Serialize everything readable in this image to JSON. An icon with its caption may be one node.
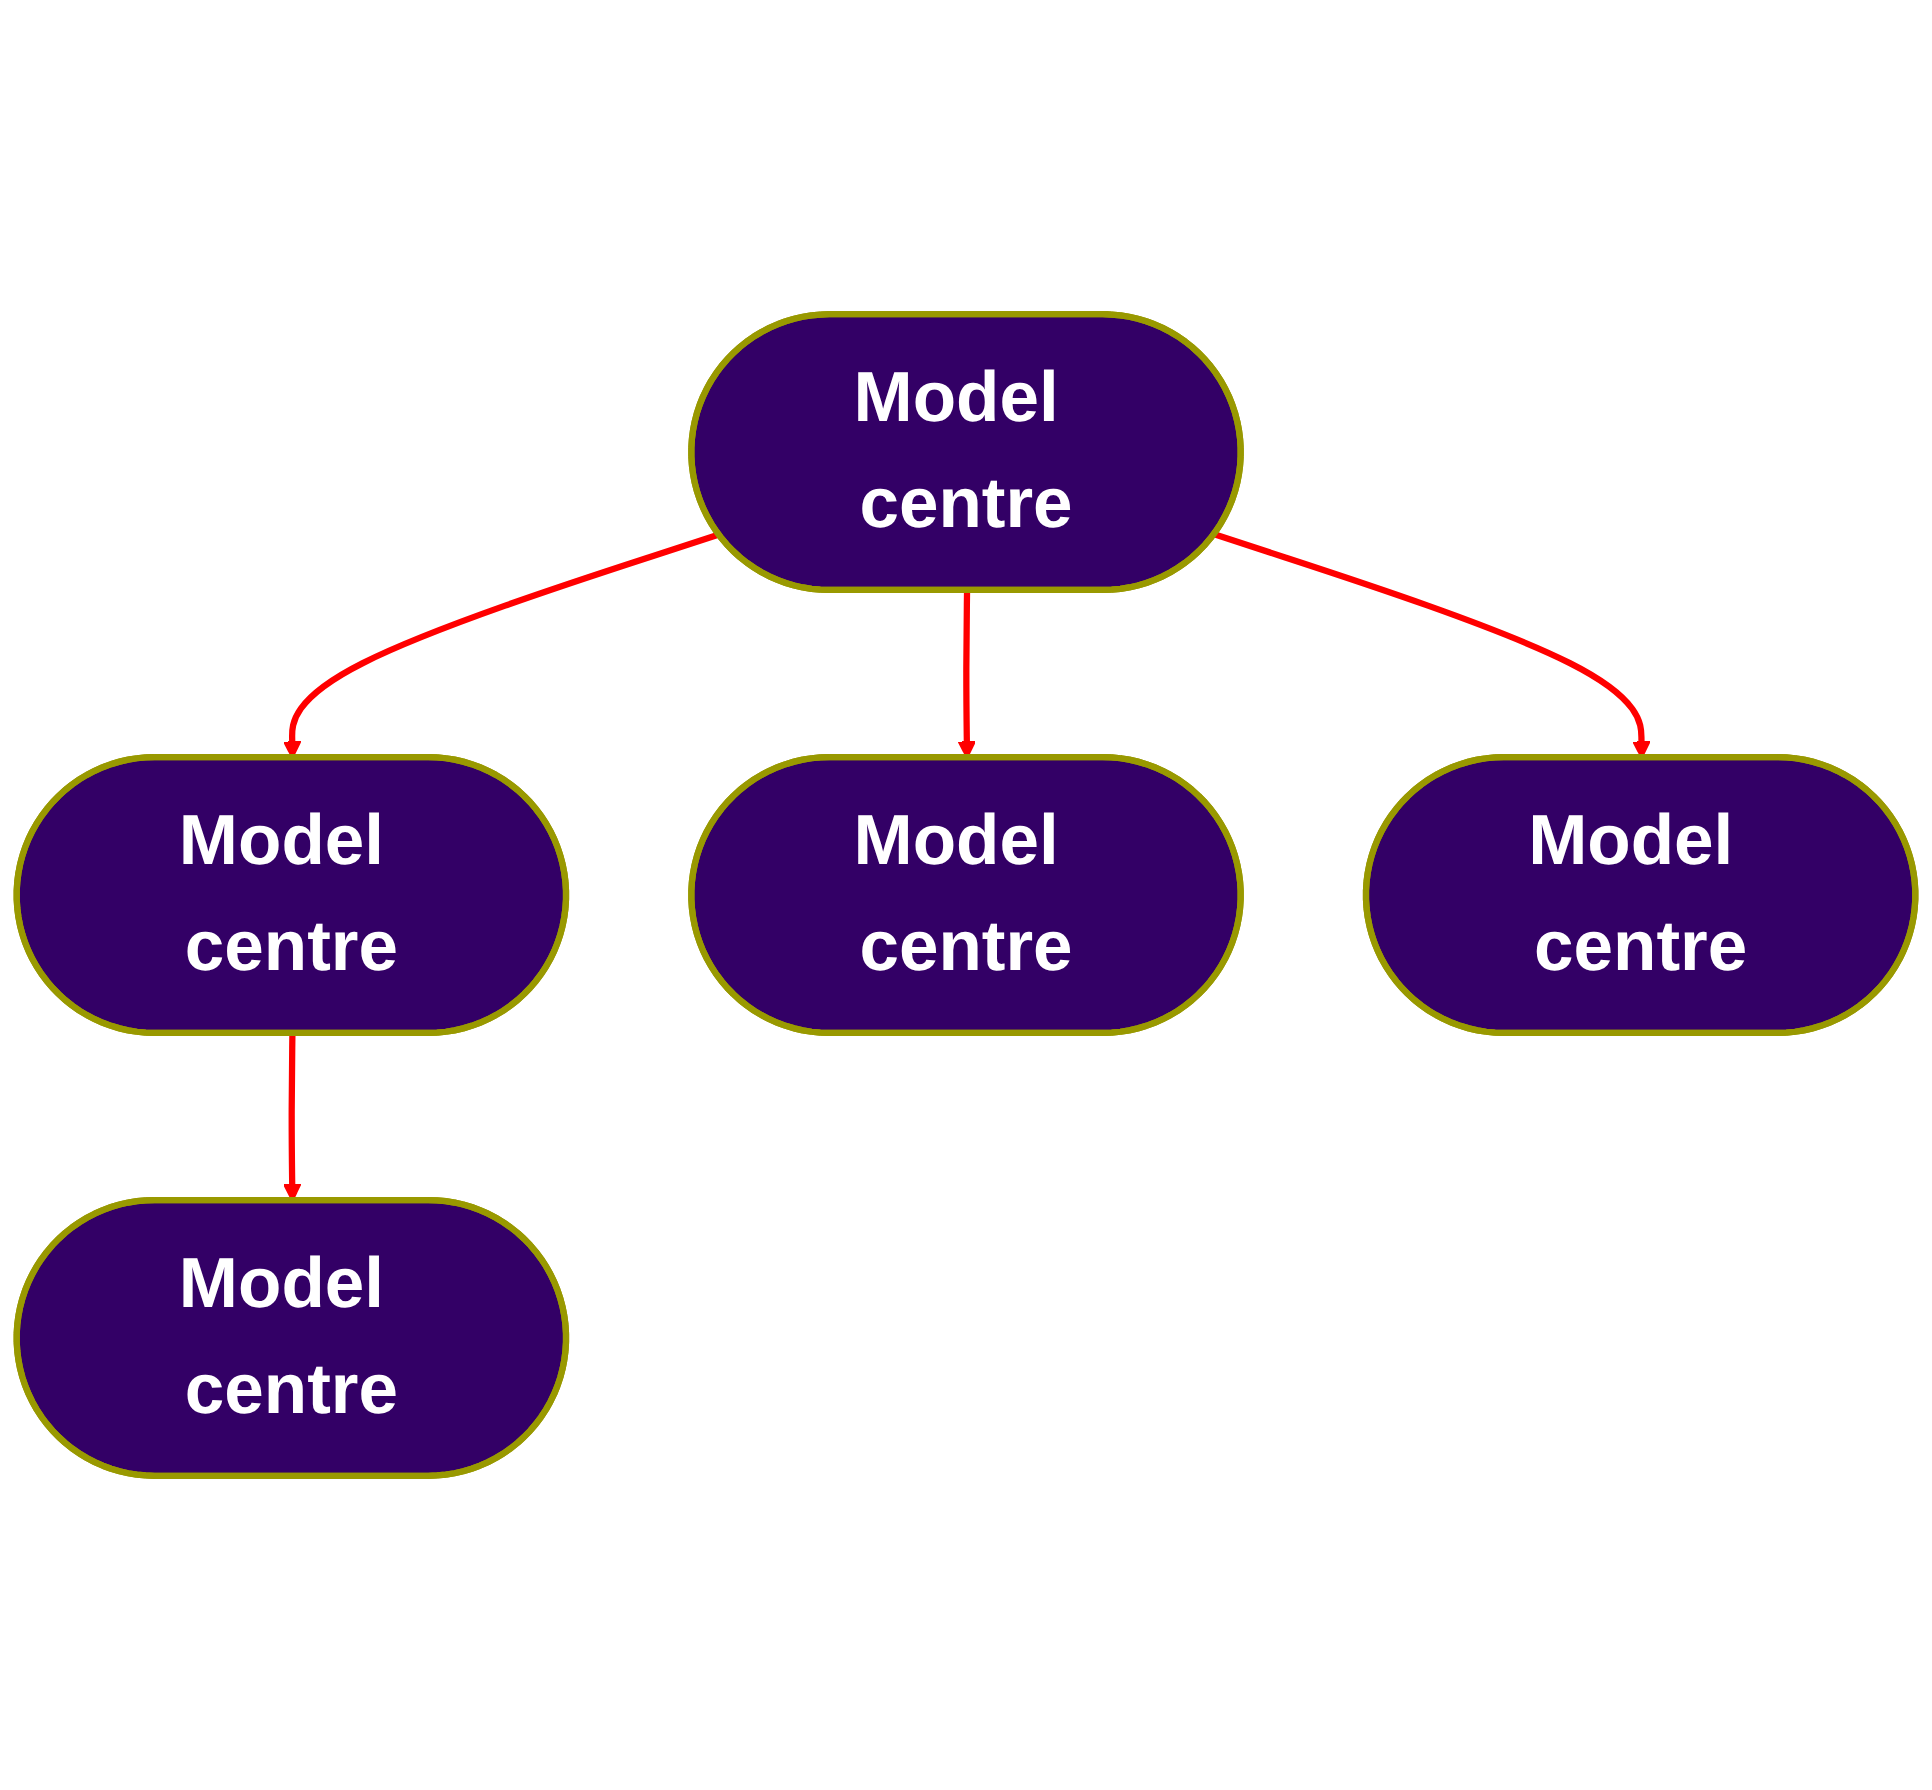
{
  "diagram": {
    "nodes": [
      {
        "text": [
          "Model centre"
        ]
      },
      {
        "text": [
          "Model centre"
        ]
      },
      {
        "text": [
          "Model centre"
        ]
      },
      {
        "text": [
          "Model centre"
        ]
      },
      {
        "text": [
          "Model centre"
        ]
      }
    ],
    "edges": [
      {
        "from": 0,
        "to": 1,
        "arrow": "to"
      },
      {
        "from": 3,
        "to": 0,
        "arrow": "to"
      },
      {
        "from": 3,
        "to": 2,
        "arrow": "to"
      },
      {
        "from": 3,
        "to": 4,
        "arrow": "to"
      }
    ]
  }
}
